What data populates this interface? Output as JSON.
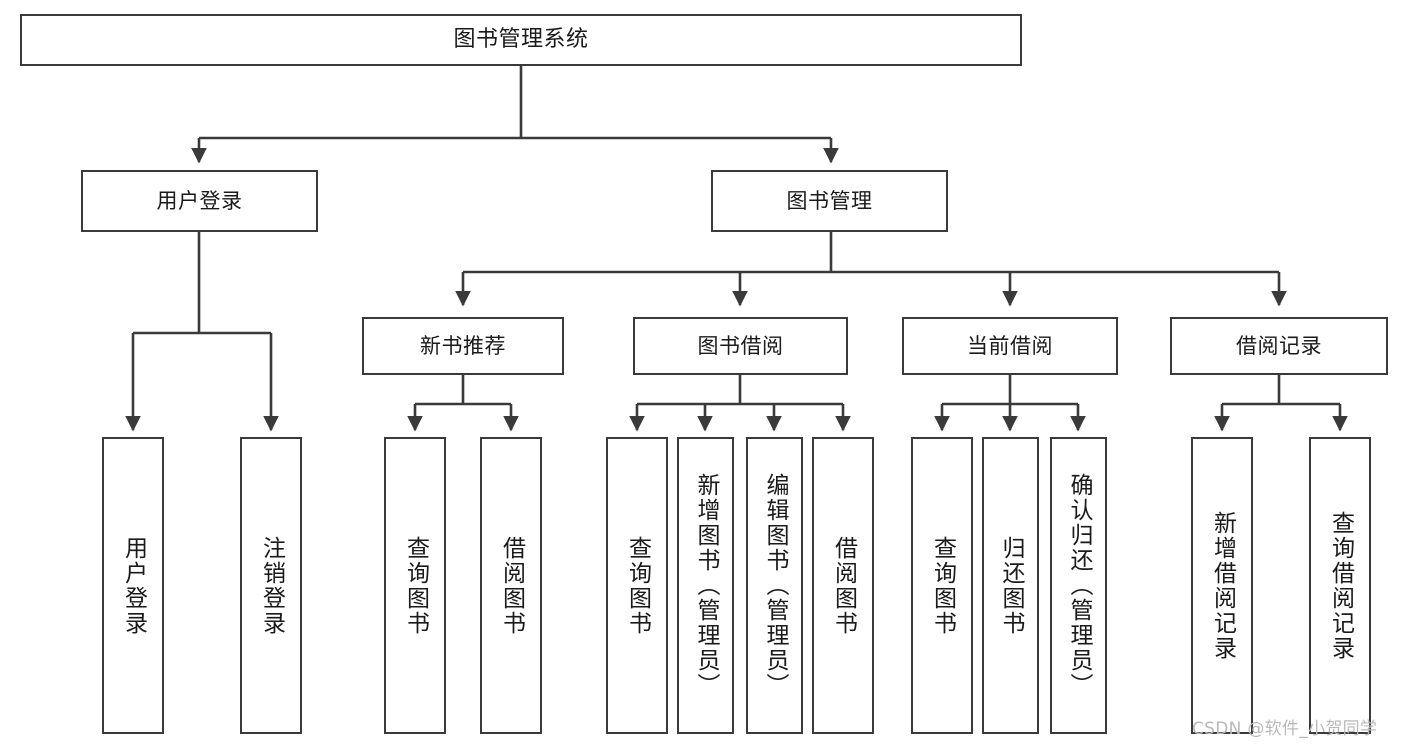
{
  "diagram": {
    "title": "图书管理系统",
    "type": "tree-hierarchy",
    "watermark": "CSDN @软件_小贺同学",
    "colors": {
      "background": "#ffffff",
      "box_border": "#3a3a3a",
      "box_fill": "#ffffff",
      "edge": "#3a3a3a",
      "text": "#1a1a1a",
      "watermark": "#b9b9b9"
    },
    "root": {
      "label": "图书管理系统"
    },
    "level1": [
      {
        "label": "用户登录"
      },
      {
        "label": "图书管理"
      }
    ],
    "level2": [
      {
        "label": "新书推荐"
      },
      {
        "label": "图书借阅"
      },
      {
        "label": "当前借阅"
      },
      {
        "label": "借阅记录"
      }
    ],
    "leaves": {
      "user_login": [
        {
          "label": "用户登录"
        },
        {
          "label": "注销登录"
        }
      ],
      "new_book_recommend": [
        {
          "label": "查询图书"
        },
        {
          "label": "借阅图书"
        }
      ],
      "book_borrow": [
        {
          "label": "查询图书"
        },
        {
          "label": "新增图书（管理员）"
        },
        {
          "label": "编辑图书（管理员）"
        },
        {
          "label": "借阅图书"
        }
      ],
      "current_borrow": [
        {
          "label": "查询图书"
        },
        {
          "label": "归还图书"
        },
        {
          "label": "确认归还（管理员）"
        }
      ],
      "borrow_record": [
        {
          "label": "新增借阅记录"
        },
        {
          "label": "查询借阅记录"
        }
      ]
    }
  }
}
